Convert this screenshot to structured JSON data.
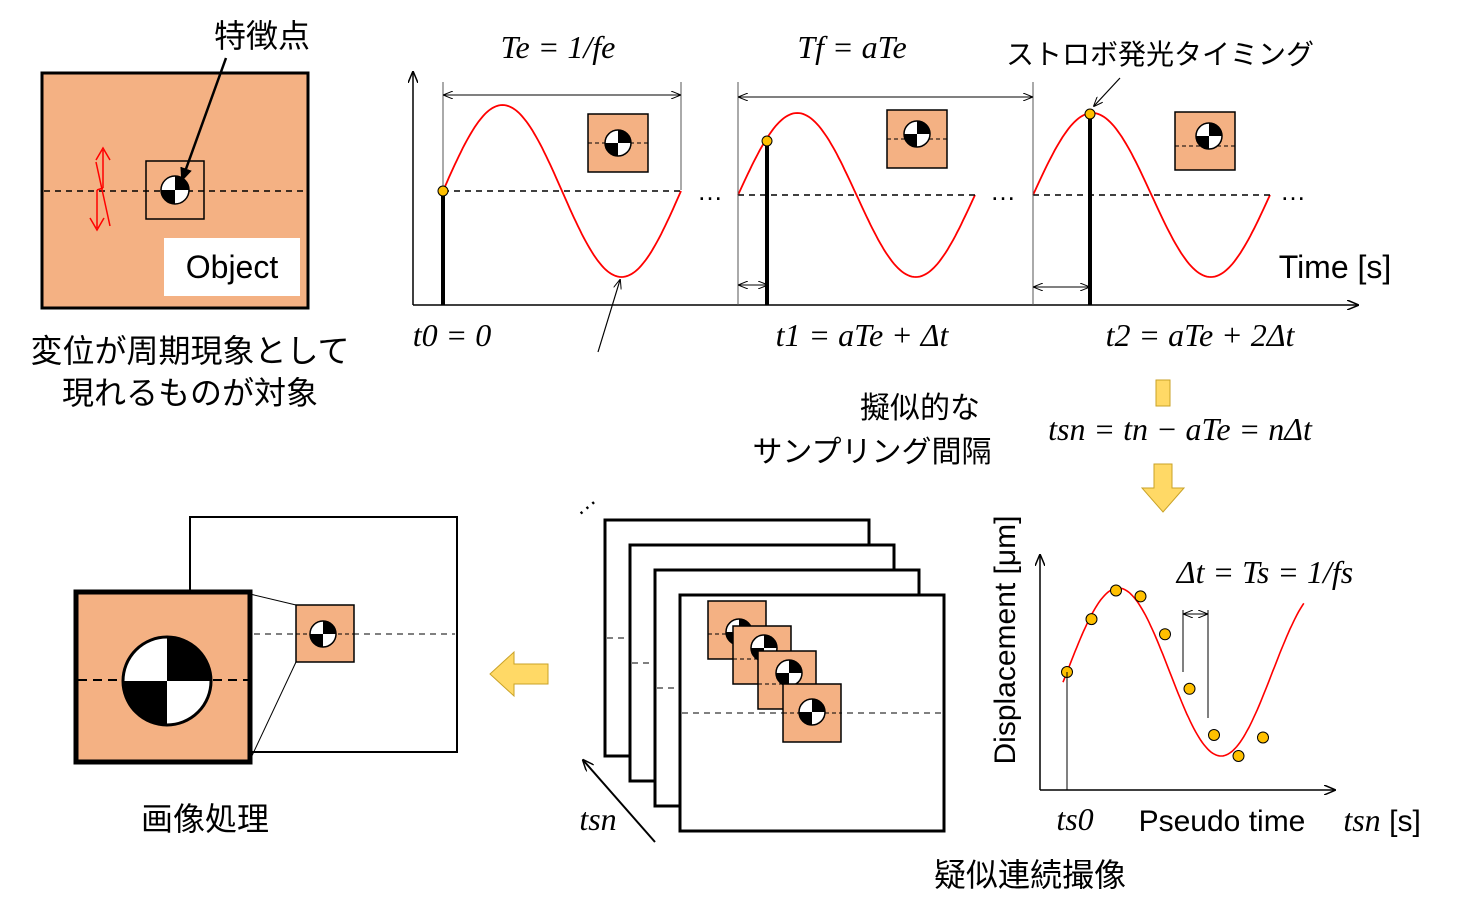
{
  "labels": {
    "feature_point": "特徴点",
    "object": "Object",
    "object_caption_line1": "変位が周期現象として",
    "object_caption_line2": "現れるものが対象",
    "strobe_timing": "ストロボ発光タイミング",
    "time_axis": "Time [s]",
    "pseudo_interval_line1": "擬似的な",
    "pseudo_interval_line2": "サンプリング間隔",
    "displacement_axis": "Displacement [μm]",
    "pseudo_time_axis": "Pseudo time",
    "pseudo_time_unit": "[s]",
    "pseudo_continuous": "疑似連続撮像",
    "image_processing": "画像処理",
    "ellipsis": "…"
  },
  "equations": {
    "Te": "Te = 1/fe",
    "Tf": "Tf = aTe",
    "t0": "t0 = 0",
    "t1": "t1 = aTe + Δt",
    "t2": "t2 = aTe + 2Δt",
    "tsn": "tsn = tn − aTe = nΔt",
    "dt": "Δt = Ts = 1/fs",
    "ts0": "ts0",
    "tsn_label": "tsn"
  },
  "colors": {
    "object_fill": "#f4b183",
    "sine": "#ff0000",
    "marker": "#ffc000",
    "arrow_fill": "#ffd966",
    "arrow_stroke": "#c9a227"
  },
  "chart_data": {
    "type": "scatter",
    "title": "",
    "xlabel": "Pseudo time",
    "ylabel": "Displacement [μm]",
    "series": [
      {
        "values": [
          0.0,
          0.63,
          0.97,
          0.9,
          0.45,
          -0.2,
          -0.75,
          -1.0,
          -0.78
        ]
      }
    ]
  }
}
